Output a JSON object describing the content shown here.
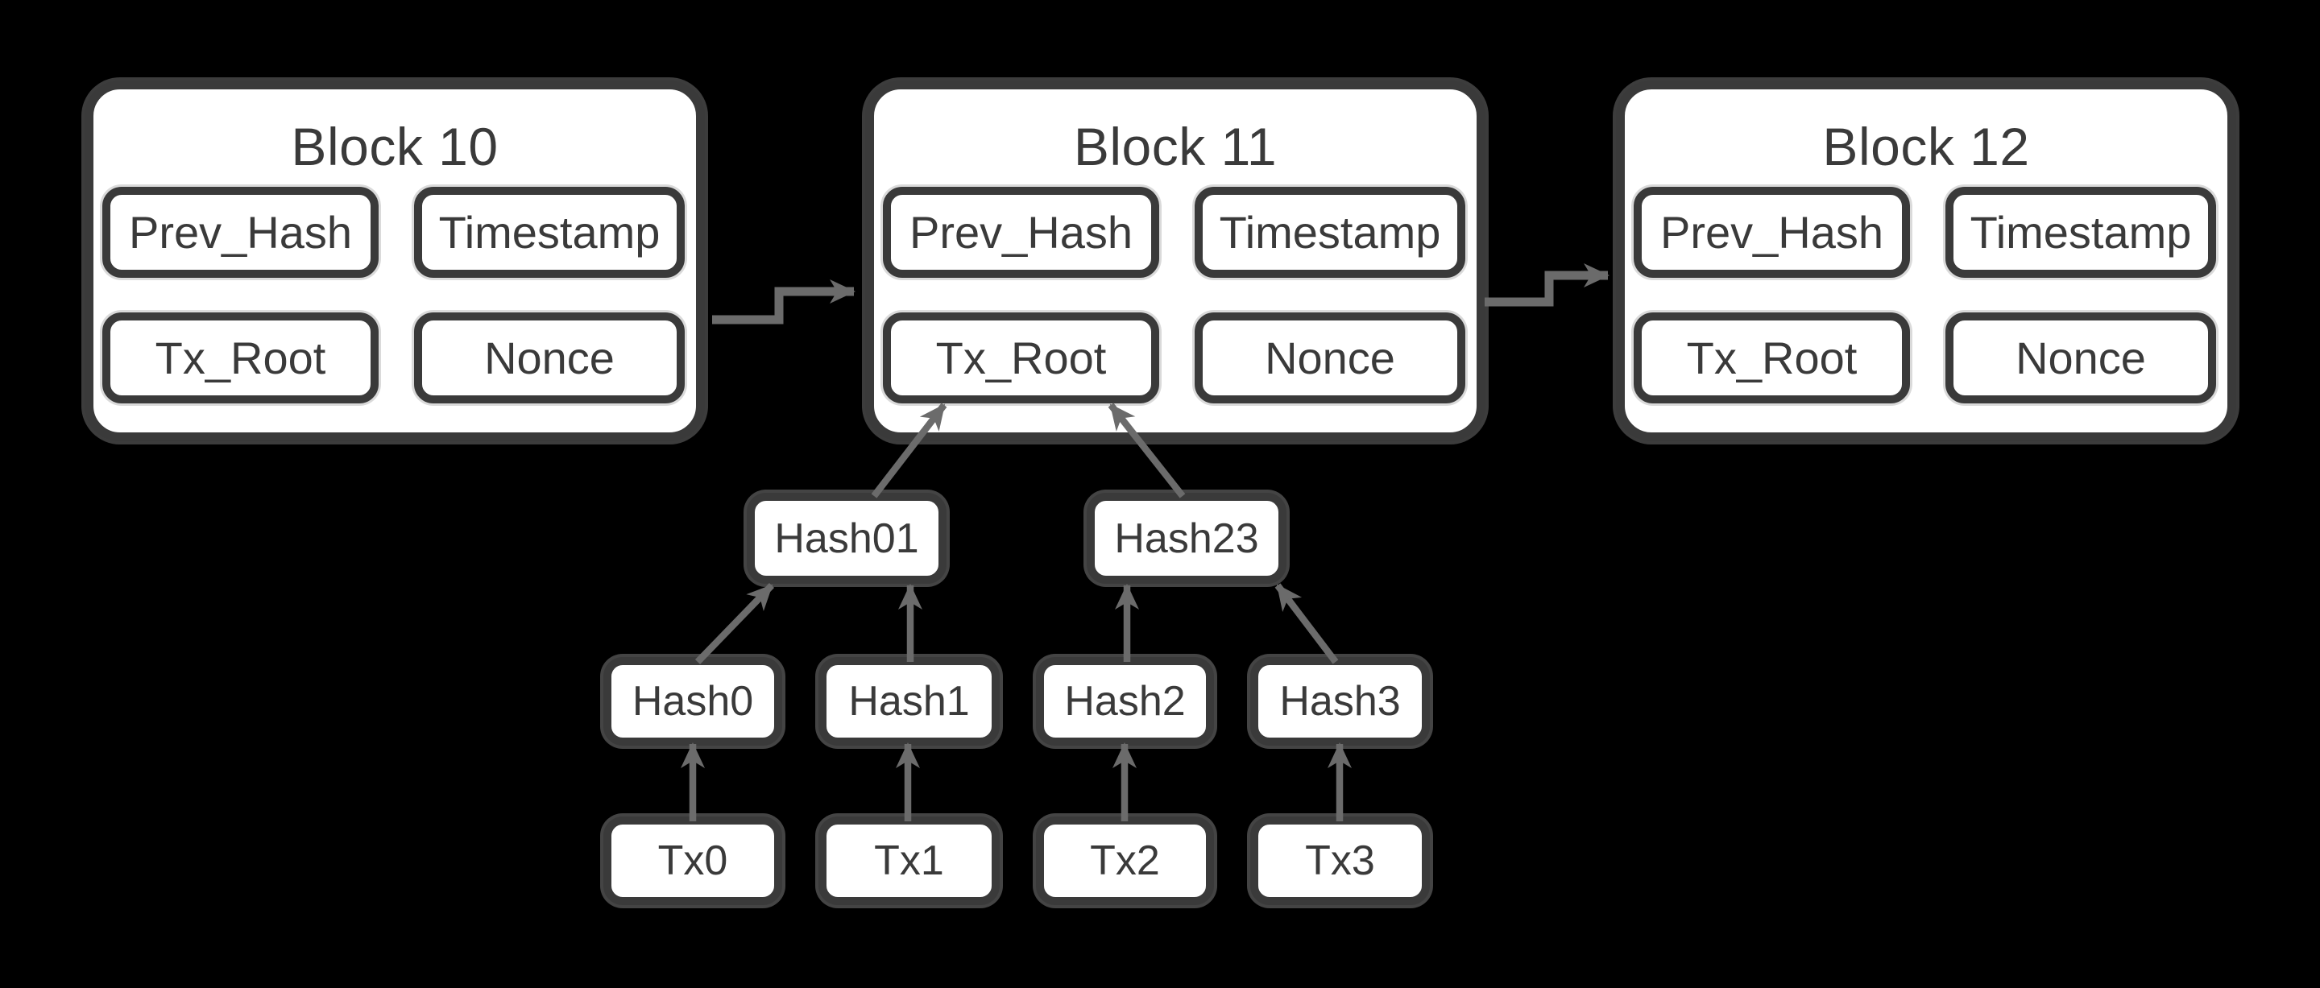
{
  "colors": {
    "background": "#000000",
    "node_fill": "#ffffff",
    "node_border": "#3a3a3a",
    "text": "#3a3a3a",
    "arrow": "#6b6b6b"
  },
  "blocks": [
    {
      "title": "Block 10",
      "fields": [
        "Prev_Hash",
        "Timestamp",
        "Tx_Root",
        "Nonce"
      ]
    },
    {
      "title": "Block 11",
      "fields": [
        "Prev_Hash",
        "Timestamp",
        "Tx_Root",
        "Nonce"
      ]
    },
    {
      "title": "Block 12",
      "fields": [
        "Prev_Hash",
        "Timestamp",
        "Tx_Root",
        "Nonce"
      ]
    }
  ],
  "merkle": {
    "pairs": [
      "Hash01",
      "Hash23"
    ],
    "hashes": [
      "Hash0",
      "Hash1",
      "Hash2",
      "Hash3"
    ],
    "transactions": [
      "Tx0",
      "Tx1",
      "Tx2",
      "Tx3"
    ]
  }
}
